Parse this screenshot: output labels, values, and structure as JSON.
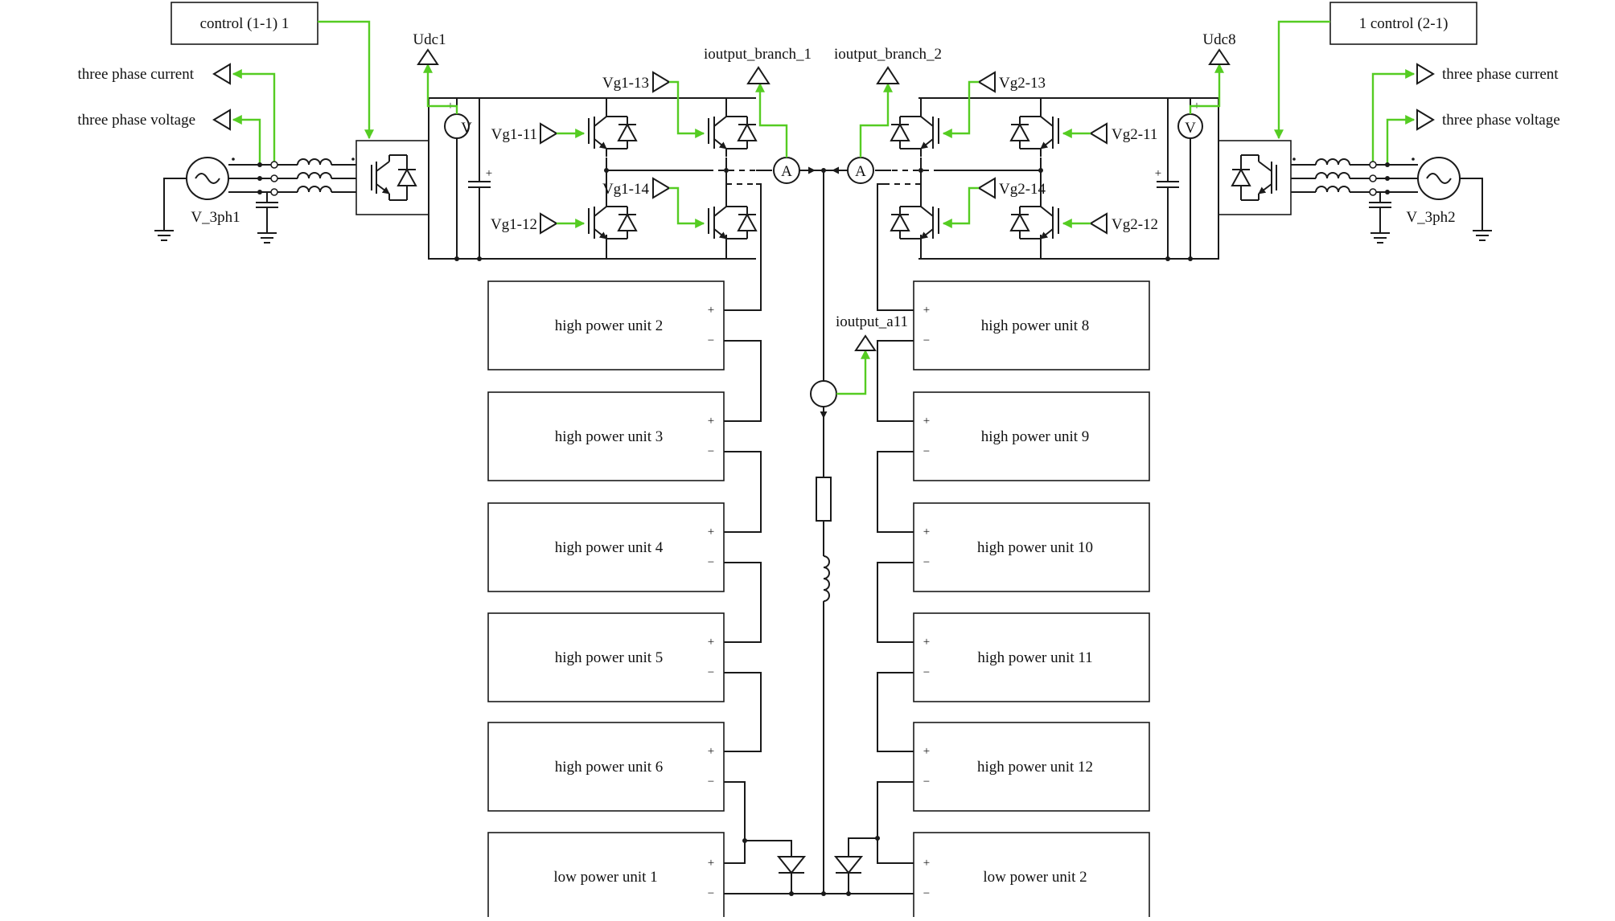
{
  "control_blocks": {
    "left": "control (1-1) 1",
    "right": "1 control (2-1)"
  },
  "probes": {
    "udc_left": "Udc1",
    "udc_right": "Udc8",
    "branch_1": "ioutput_branch_1",
    "branch_2": "ioutput_branch_2",
    "output_all": "ioutput_a11"
  },
  "signals": {
    "left_current": "three phase current",
    "left_voltage": "three phase voltage",
    "right_current": "three phase current",
    "right_voltage": "three phase voltage"
  },
  "sources": {
    "left": "V_3ph1",
    "right": "V_3ph2"
  },
  "gates": {
    "vg1_11": "Vg1-11",
    "vg1_12": "Vg1-12",
    "vg1_13": "Vg1-13",
    "vg1_14": "Vg1-14",
    "vg2_11": "Vg2-11",
    "vg2_12": "Vg2-12",
    "vg2_13": "Vg2-13",
    "vg2_14": "Vg2-14"
  },
  "meters": {
    "ammeter": "A",
    "voltmeter": "V",
    "plus": "+",
    "minus": "−"
  },
  "units_left": [
    "high power unit 2",
    "high power unit 3",
    "high power unit 4",
    "high power unit 5",
    "high power unit 6",
    "low power unit 1"
  ],
  "units_right": [
    "high power unit 8",
    "high power unit 9",
    "high power unit 10",
    "high power unit 11",
    "high power unit 12",
    "low power unit 2"
  ],
  "colors": {
    "wire": "#1a1a1a",
    "signal": "#55cc22"
  }
}
